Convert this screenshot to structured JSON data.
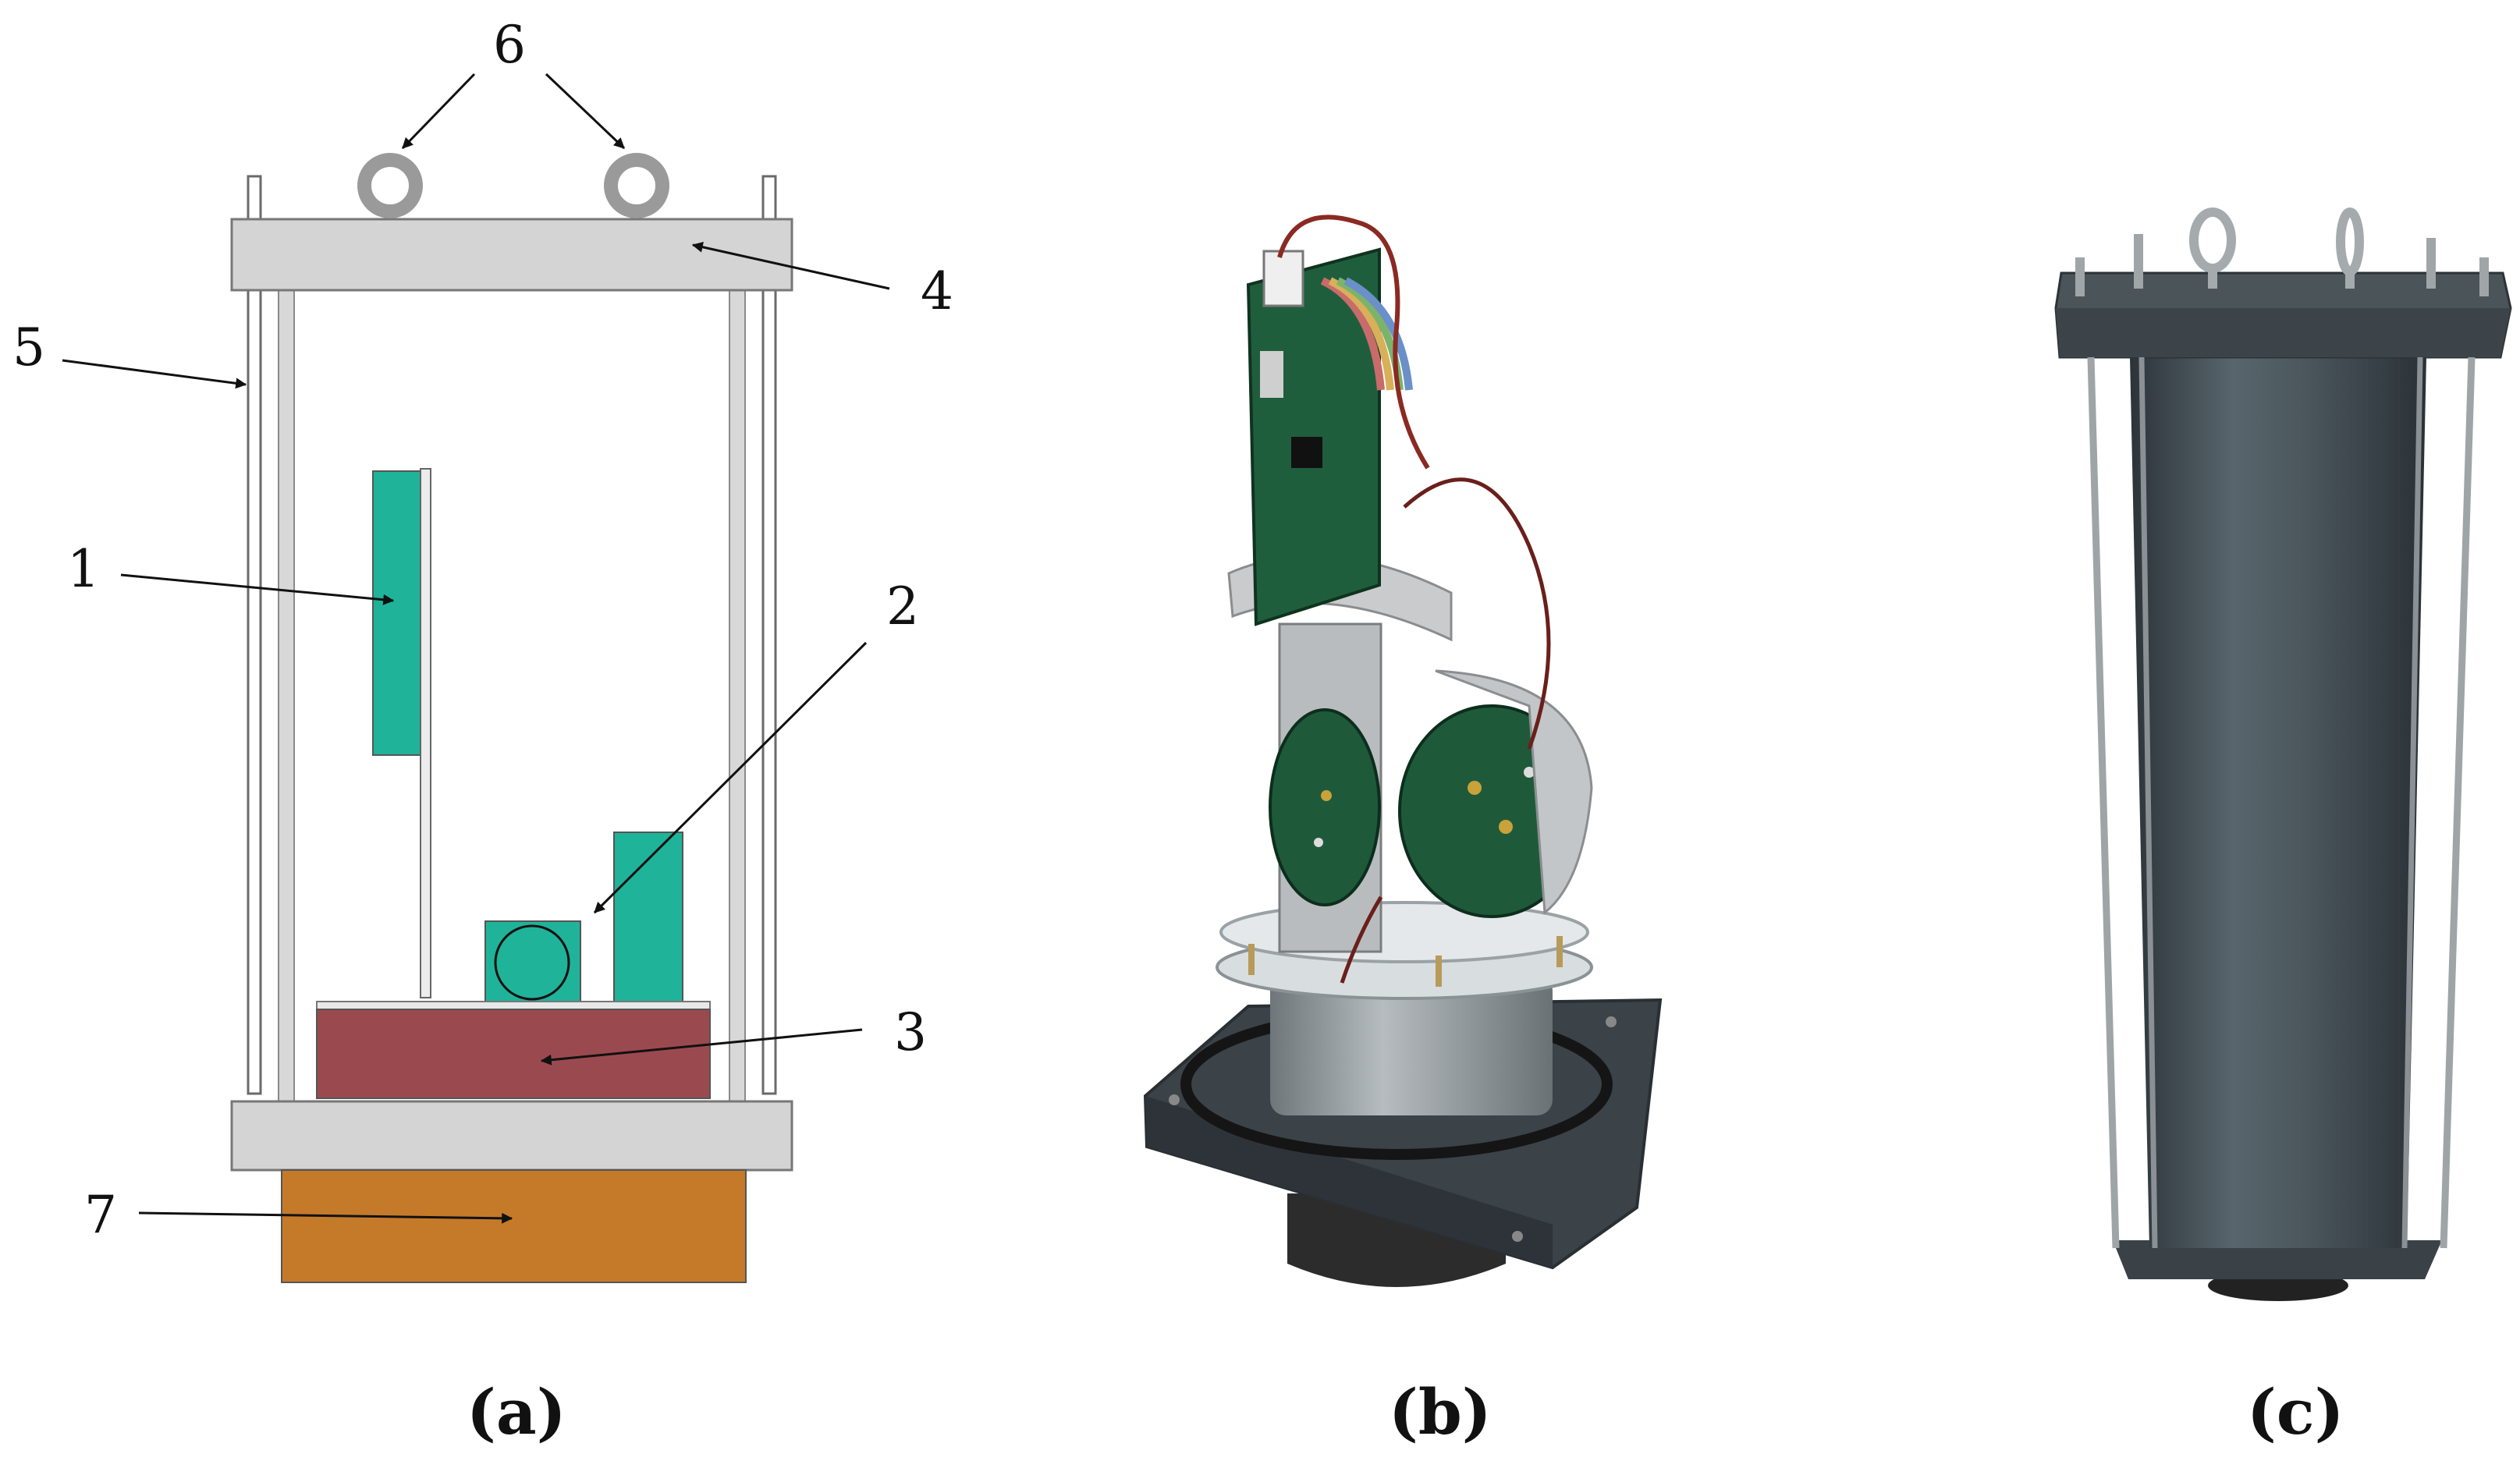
{
  "panels": [
    {
      "id": "a",
      "caption": "(a)"
    },
    {
      "id": "b",
      "caption": "(b)"
    },
    {
      "id": "c",
      "caption": "(c)"
    }
  ],
  "labels": {
    "l1": "1",
    "l2": "2",
    "l3": "3",
    "l4": "4",
    "l5": "5",
    "l6": "6",
    "l7": "7"
  },
  "colors": {
    "frame_gray": "#d4d4d4",
    "sensor_teal": "#1fb39a",
    "battery_red": "#9a4a4f",
    "base_orange": "#c57a2a",
    "pcb_green": "#1e5a3a",
    "housing_gray": "#3f4a50"
  }
}
